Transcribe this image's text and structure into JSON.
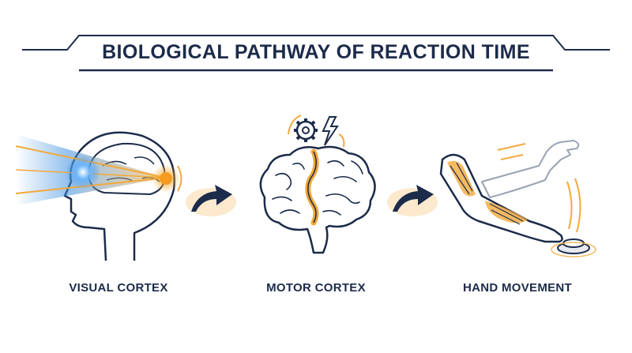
{
  "title": "BIOLOGICAL PATHWAY OF REACTION TIME",
  "stages": [
    {
      "label": "VISUAL CORTEX",
      "icon": "eye-to-brain-icon"
    },
    {
      "label": "MOTOR CORTEX",
      "icon": "brain-gear-bolt-icon"
    },
    {
      "label": "HAND MOVEMENT",
      "icon": "arm-pressing-button-icon"
    }
  ],
  "colors": {
    "navy": "#1c2b4a",
    "orange": "#f2a93b",
    "blue_glow": "#3d8fe0"
  }
}
